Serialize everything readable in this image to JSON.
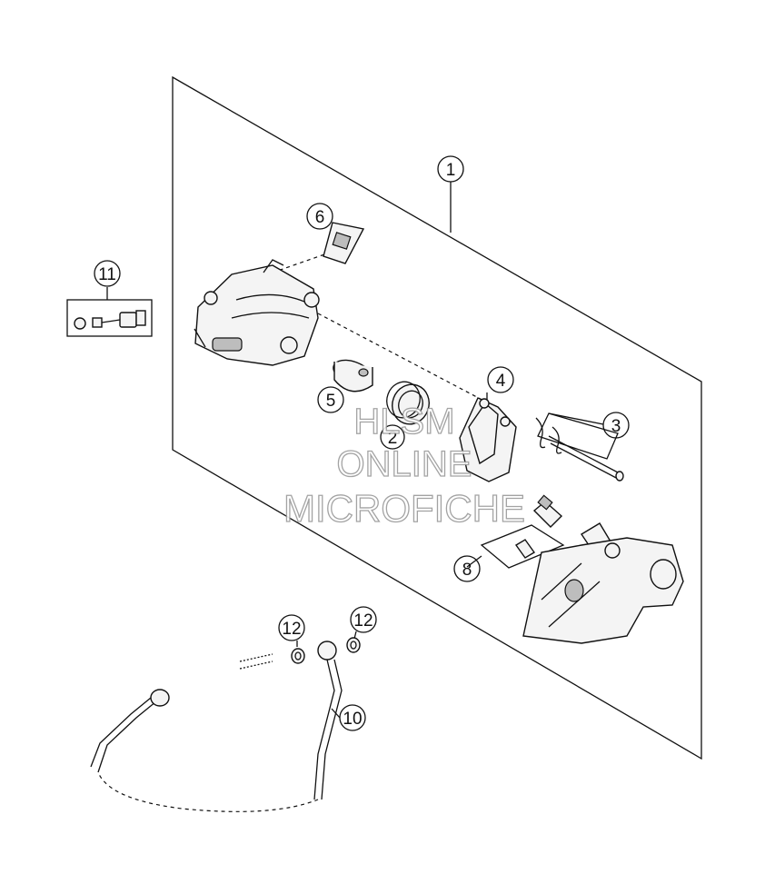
{
  "diagram": {
    "callouts": [
      {
        "id": "c1",
        "label": "1"
      },
      {
        "id": "c2",
        "label": "2"
      },
      {
        "id": "c3",
        "label": "3"
      },
      {
        "id": "c4",
        "label": "4"
      },
      {
        "id": "c5",
        "label": "5"
      },
      {
        "id": "c6",
        "label": "6"
      },
      {
        "id": "c8",
        "label": "8"
      },
      {
        "id": "c10",
        "label": "10"
      },
      {
        "id": "c11",
        "label": "11"
      },
      {
        "id": "c12a",
        "label": "12"
      },
      {
        "id": "c12b",
        "label": "12"
      }
    ],
    "watermark": {
      "line1": "HLSM",
      "line2": "ONLINE",
      "line3": "MICROFICHE"
    }
  }
}
